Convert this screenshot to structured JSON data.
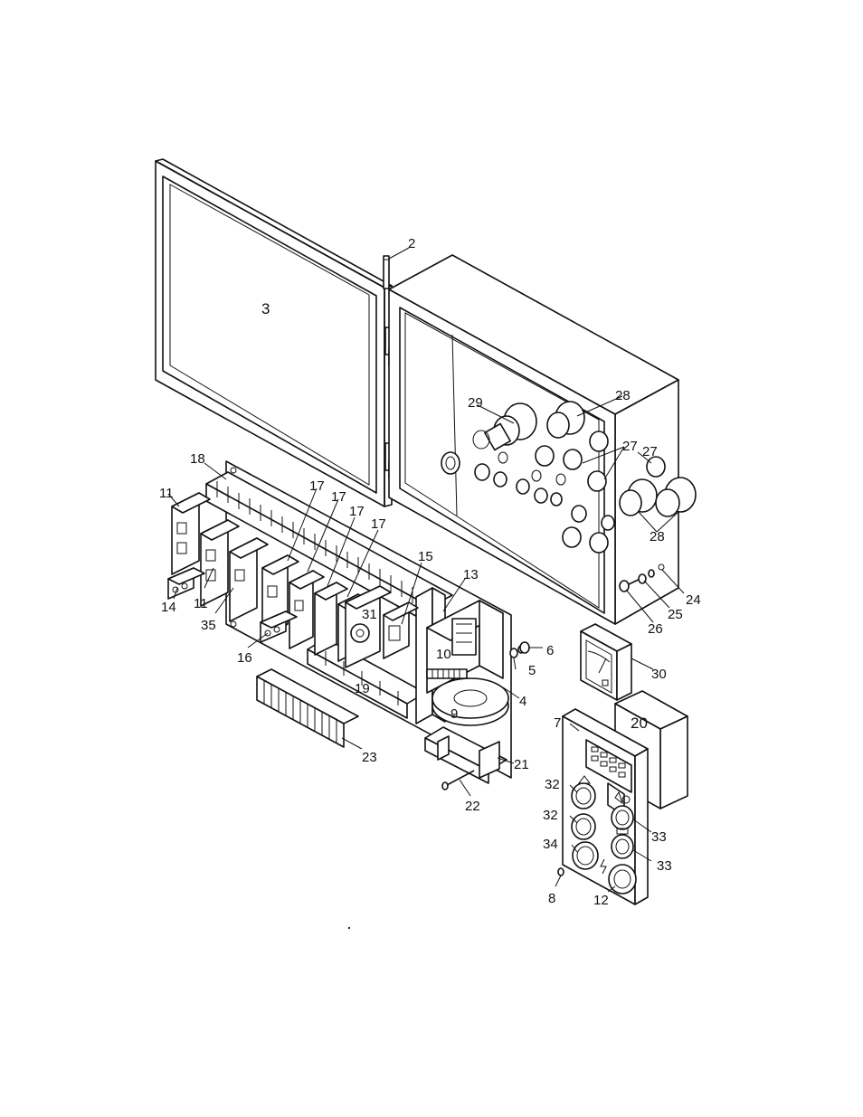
{
  "part_labels": {
    "p2": "2",
    "p3": "3",
    "p4": "4",
    "p5": "5",
    "p6": "6",
    "p7": "7",
    "p8": "8",
    "p9": "9",
    "p10": "10",
    "p11a": "11",
    "p11b": "11",
    "p12": "12",
    "p13": "13",
    "p14": "14",
    "p15": "15",
    "p16": "16",
    "p17a": "17",
    "p17b": "17",
    "p17c": "17",
    "p17d": "17",
    "p18": "18",
    "p19": "19",
    "p20": "20",
    "p21": "21",
    "p22": "22",
    "p23": "23",
    "p24": "24",
    "p25": "25",
    "p26": "26",
    "p27a": "27",
    "p27b": "27",
    "p28a": "28",
    "p28b": "28",
    "p29": "29",
    "p30": "30",
    "p31": "31",
    "p32a": "32",
    "p32b": "32",
    "p33a": "33",
    "p33b": "33",
    "p34": "34",
    "p35": "35"
  },
  "icons": {
    "panel_warning": "warning-triangle-icon",
    "panel_lightning": "lightning-icon",
    "panel_display": "display-keypad-icon"
  }
}
